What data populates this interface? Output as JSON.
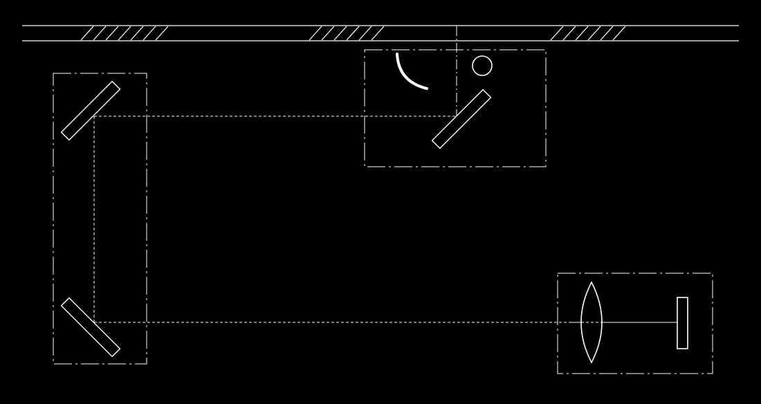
{
  "diagram": {
    "background_color": "#000000",
    "stroke_color": "#ffffff",
    "line_styles": {
      "housing": "dash-dot",
      "beam_path": "dashed",
      "rail": "solid"
    },
    "components": [
      {
        "name": "rail",
        "type": "double-line-with-hatched-sections"
      },
      {
        "name": "upper-left-mirror",
        "type": "angled-plate"
      },
      {
        "name": "lower-left-mirror",
        "type": "angled-plate"
      },
      {
        "name": "top-module-mirror",
        "type": "angled-plate"
      },
      {
        "name": "arc-reflector",
        "type": "curved-arc"
      },
      {
        "name": "circular-sensor",
        "type": "circle"
      },
      {
        "name": "lens",
        "type": "biconvex-lens"
      },
      {
        "name": "target-plate",
        "type": "rectangle"
      }
    ]
  }
}
